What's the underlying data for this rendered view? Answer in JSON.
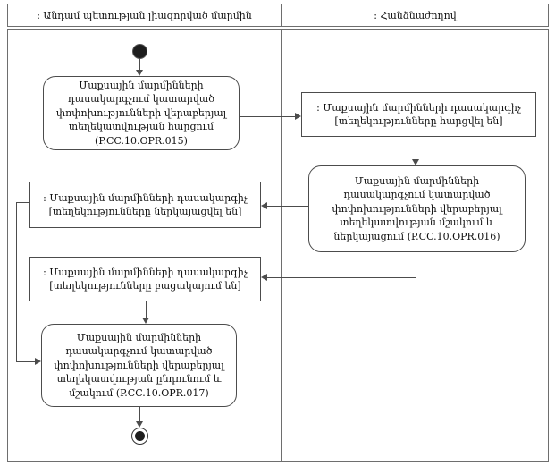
{
  "lanes": {
    "left": {
      "title": ": Անդամ պետության լիազորված մարմին"
    },
    "right": {
      "title": ": Հանձնաժողով"
    }
  },
  "nodes": {
    "request_info": {
      "type": "action",
      "text": "Մաքսային մարմինների դասակարգչում կատարված փոփոխությունների վերաբերյալ տեղեկատվության հարցում (P.CC.10.OPR.015)",
      "ref": "P.CC.10.OPR.015"
    },
    "classifier_requested": {
      "type": "object",
      "title": ": Մաքսային մարմինների դասակարգիչ",
      "state": "[տեղեկությունները հարցվել են]"
    },
    "process_and_present": {
      "type": "action",
      "text": "Մաքսային մարմինների դասակարգչում կատարված փոփոխությունների վերաբերյալ տեղեկատվության մշակում և ներկայացում (P.CC.10.OPR.016)",
      "ref": "P.CC.10.OPR.016"
    },
    "classifier_presented": {
      "type": "object",
      "title": ": Մաքսային մարմինների դասակարգիչ",
      "state": "[տեղեկությունները ներկայացվել են]"
    },
    "classifier_absent": {
      "type": "object",
      "title": ": Մաքսային մարմինների դասակարգիչ",
      "state": "[տեղեկությունները բացակայում են]"
    },
    "receive_and_process": {
      "type": "action",
      "text": "Մաքսային մարմինների դասակարգչում կատարված փոփոխությունների վերաբերյալ տեղեկատվության ընդունում և մշակում (P.CC.10.OPR.017)",
      "ref": "P.CC.10.OPR.017"
    }
  },
  "colors": {
    "line": "#4c4c4c",
    "node_border": "#4c4c4c",
    "lane_border": "#6e6e6e",
    "background": "#ffffff"
  }
}
